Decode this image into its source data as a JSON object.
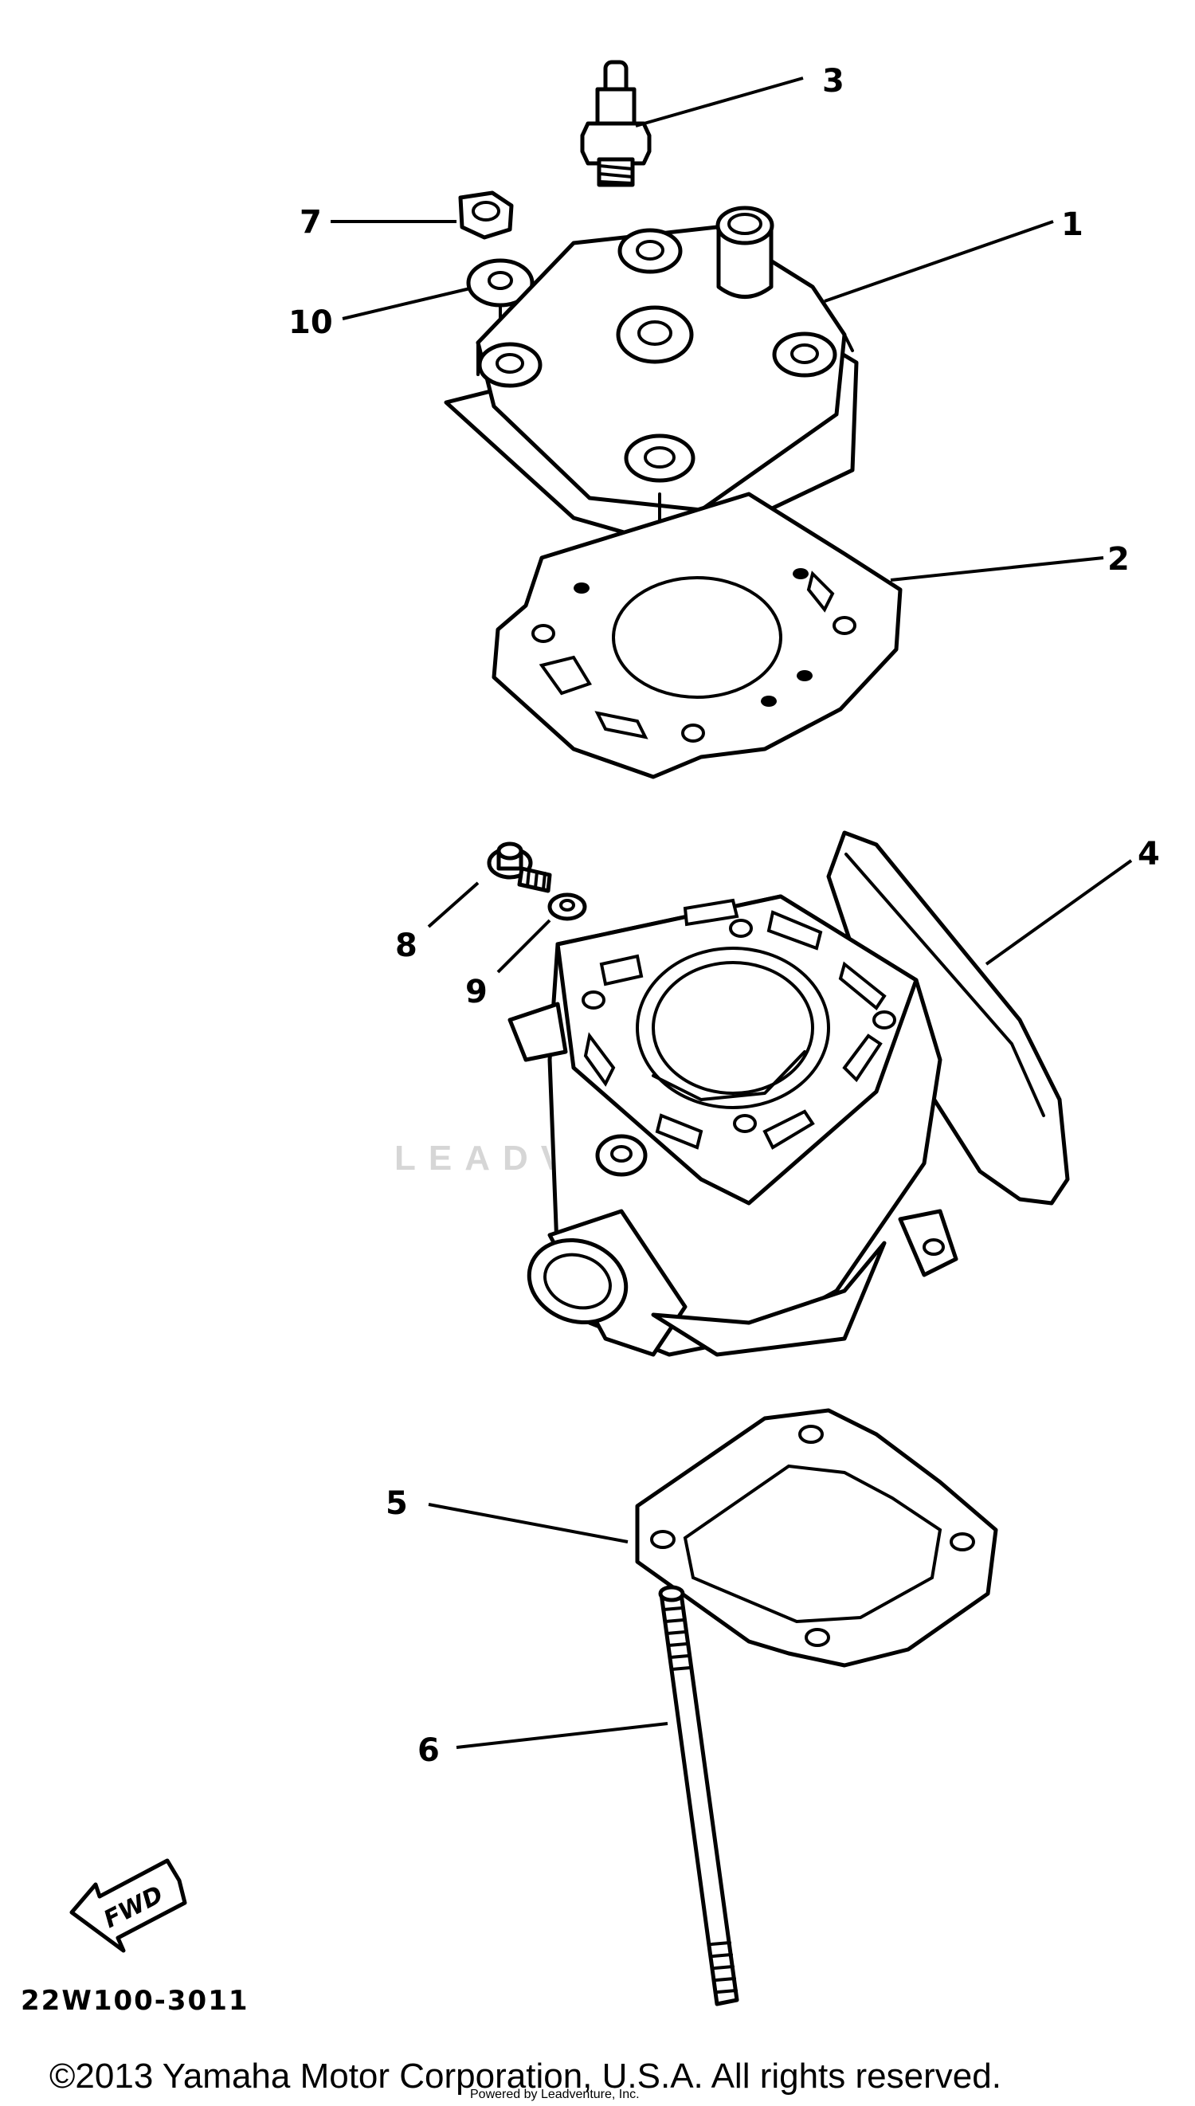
{
  "diagram": {
    "callouts": [
      {
        "id": "1",
        "label": "1"
      },
      {
        "id": "2",
        "label": "2"
      },
      {
        "id": "3",
        "label": "3"
      },
      {
        "id": "4",
        "label": "4"
      },
      {
        "id": "5",
        "label": "5"
      },
      {
        "id": "6",
        "label": "6"
      },
      {
        "id": "7",
        "label": "7"
      },
      {
        "id": "8",
        "label": "8"
      },
      {
        "id": "9",
        "label": "9"
      },
      {
        "id": "10",
        "label": "10"
      }
    ],
    "fwd_label": "FWD",
    "drawing_code": "22W100-3011",
    "watermark": "LEADVENTURE",
    "copyright": "©2013 Yamaha Motor Corporation, U.S.A. All rights reserved.",
    "credit": "Powered by Leadventure, Inc."
  }
}
